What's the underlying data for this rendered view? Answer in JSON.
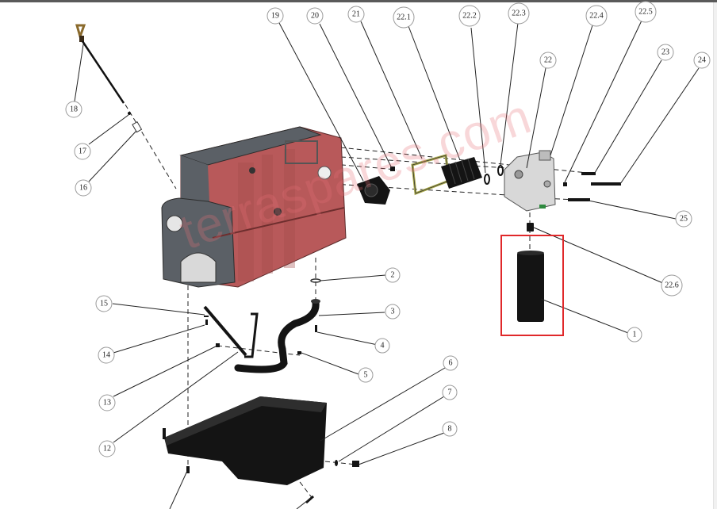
{
  "diagram": {
    "type": "exploded-parts-diagram",
    "watermark": "terraspares.com",
    "colors": {
      "engine_block": "#b8595a",
      "engine_block_dark": "#8e3d3f",
      "gasket_gray": "#5b6066",
      "black_parts": "#141414",
      "gasket_green": "#a8a84a",
      "filter_head": "#d8d8d8",
      "highlight": "#e0282a",
      "callout_border": "#9a9a9a",
      "watermark": "#e66e78"
    },
    "highlighted_part": "1",
    "callouts": [
      {
        "id": "1",
        "label": "1",
        "part": "oil-filter-cartridge"
      },
      {
        "id": "2",
        "label": "2",
        "part": "seal-ring"
      },
      {
        "id": "3",
        "label": "3",
        "part": "oil-suction-pipe"
      },
      {
        "id": "4",
        "label": "4",
        "part": "screw"
      },
      {
        "id": "5",
        "label": "5",
        "part": "screw"
      },
      {
        "id": "6",
        "label": "6",
        "part": "oil-sump"
      },
      {
        "id": "7",
        "label": "7",
        "part": "sealing-washer"
      },
      {
        "id": "8",
        "label": "8",
        "part": "drain-plug"
      },
      {
        "id": "12",
        "label": "12",
        "part": "support-bracket"
      },
      {
        "id": "13",
        "label": "13",
        "part": "nut"
      },
      {
        "id": "14",
        "label": "14",
        "part": "screw"
      },
      {
        "id": "15",
        "label": "15",
        "part": "washer"
      },
      {
        "id": "16",
        "label": "16",
        "part": "dipstick-guide-fitting"
      },
      {
        "id": "17",
        "label": "17",
        "part": "o-ring"
      },
      {
        "id": "18",
        "label": "18",
        "part": "dipstick"
      },
      {
        "id": "19",
        "label": "19",
        "part": "oil-pump"
      },
      {
        "id": "20",
        "label": "20",
        "part": "screw"
      },
      {
        "id": "21",
        "label": "21",
        "part": "gasket"
      },
      {
        "id": "22.1",
        "label": "22.1",
        "part": "oil-cooler"
      },
      {
        "id": "22.2",
        "label": "22.2",
        "part": "seal"
      },
      {
        "id": "22.3",
        "label": "22.3",
        "part": "o-ring"
      },
      {
        "id": "22",
        "label": "22",
        "part": "oil-filter-head"
      },
      {
        "id": "22.4",
        "label": "22.4",
        "part": "plug"
      },
      {
        "id": "22.5",
        "label": "22.5",
        "part": "plug"
      },
      {
        "id": "23",
        "label": "23",
        "part": "screw"
      },
      {
        "id": "24",
        "label": "24",
        "part": "screw"
      },
      {
        "id": "25",
        "label": "25",
        "part": "screw"
      },
      {
        "id": "22.6",
        "label": "22.6",
        "part": "filter-nipple"
      }
    ]
  }
}
